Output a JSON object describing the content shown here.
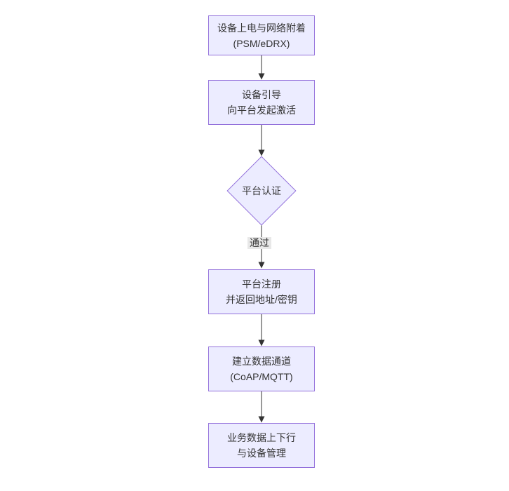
{
  "diagram": {
    "type": "flowchart",
    "direction": "top-down",
    "background_color": "#ffffff",
    "node_fill_color": "#ECECFF",
    "node_border_color": "#9370DB",
    "text_color": "#333333",
    "arrow_color": "#333333",
    "edge_label_bg_color": "#e8e8e8",
    "nodes": {
      "power_attach": {
        "shape": "rect",
        "line1": "设备上电与网络附着",
        "line2": "(PSM/eDRX)"
      },
      "bootstrap": {
        "shape": "rect",
        "line1": "设备引导",
        "line2": "向平台发起激活"
      },
      "auth": {
        "shape": "diamond",
        "label": "平台认证"
      },
      "register": {
        "shape": "rect",
        "line1": "平台注册",
        "line2": "并返回地址/密钥"
      },
      "channel": {
        "shape": "rect",
        "line1": "建立数据通道",
        "line2": "(CoAP/MQTT)"
      },
      "business": {
        "shape": "rect",
        "line1": "业务数据上下行",
        "line2": "与设备管理"
      }
    },
    "edges": [
      {
        "from": "power_attach",
        "to": "bootstrap",
        "label": ""
      },
      {
        "from": "bootstrap",
        "to": "auth",
        "label": ""
      },
      {
        "from": "auth",
        "to": "register",
        "label": "通过"
      },
      {
        "from": "register",
        "to": "channel",
        "label": ""
      },
      {
        "from": "channel",
        "to": "business",
        "label": ""
      }
    ],
    "edge_labels": {
      "auth_to_register": "通过"
    }
  }
}
